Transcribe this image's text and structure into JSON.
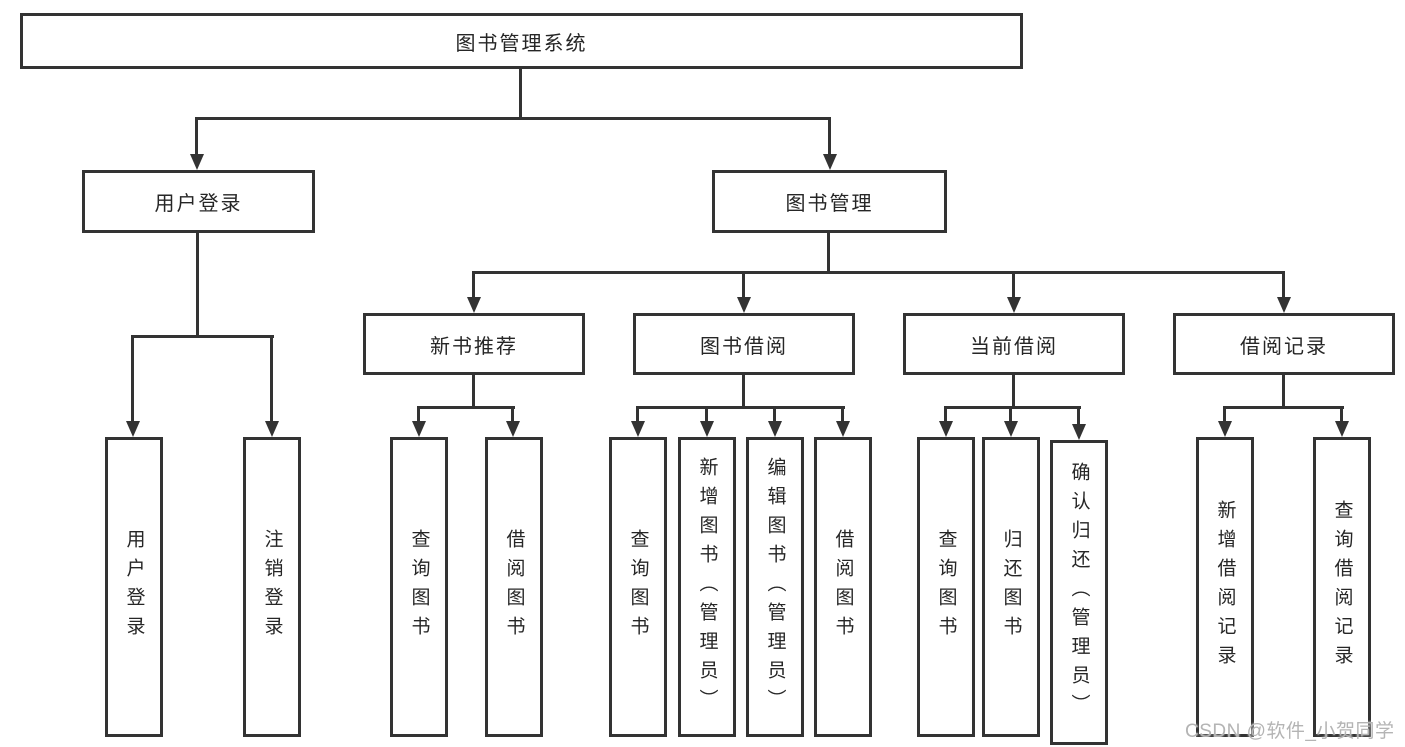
{
  "diagram_title": "图书管理系统",
  "watermark": "CSDN @软件_小贺同学",
  "colors": {
    "line": "#333333",
    "text": "#262626",
    "background": "#ffffff",
    "watermark": "#b4b4b4"
  },
  "nodes": {
    "root": "图书管理系统",
    "user_login": "用户登录",
    "book_management": "图书管理",
    "sub": {
      "new_book": "新书推荐",
      "borrow": "图书借阅",
      "current": "当前借阅",
      "record": "借阅记录"
    },
    "leaves": {
      "user": [
        "用户登录",
        "注销登录"
      ],
      "new_book": [
        "查询图书",
        "借阅图书"
      ],
      "borrow": [
        "查询图书",
        "新增图书（管理员）",
        "编辑图书（管理员）",
        "借阅图书"
      ],
      "current": [
        "查询图书",
        "归还图书",
        "确认归还（管理员）"
      ],
      "record": [
        "新增借阅记录",
        "查询借阅记录"
      ]
    }
  }
}
